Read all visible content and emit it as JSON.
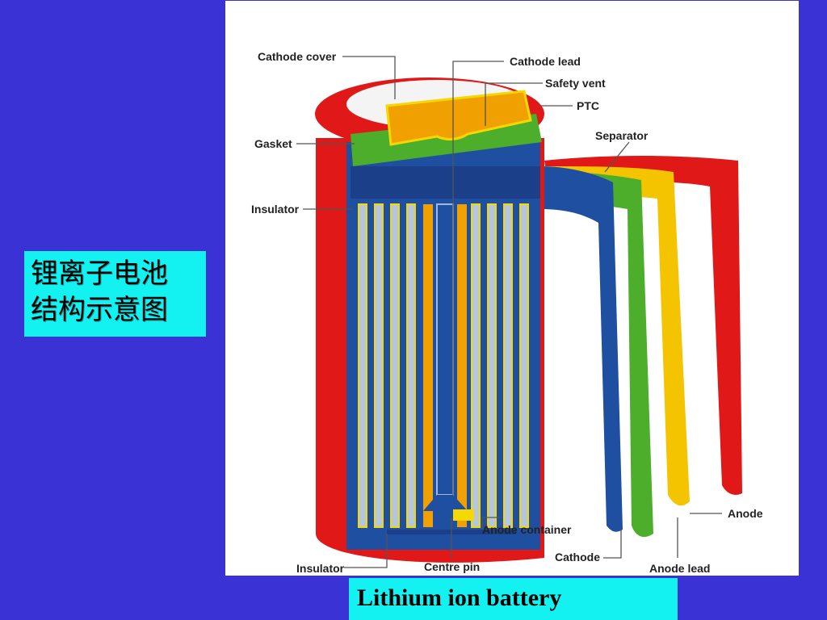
{
  "slide": {
    "background_color": "#3b32d6",
    "accent_color": "#13f1f1",
    "title_lines": [
      "锂离子电池",
      "结构示意图"
    ],
    "caption": "Lithium ion battery"
  },
  "diagram": {
    "labels": {
      "cathode_cover": "Cathode cover",
      "cathode_lead": "Cathode lead",
      "safety_vent": "Safety vent",
      "ptc": "PTC",
      "gasket": "Gasket",
      "separator": "Separator",
      "insulator_top": "Insulator",
      "insulator_bottom": "Insulator",
      "centre_pin": "Centre pin",
      "anode_container": "Anode container",
      "cathode": "Cathode",
      "anode_lead": "Anode lead",
      "anode": "Anode"
    },
    "colors": {
      "outer_can": "#e01818",
      "separator": "#f5c400",
      "anode": "#4cae2a",
      "cathode": "#1e4fa0",
      "cover": "#f0a000"
    }
  }
}
